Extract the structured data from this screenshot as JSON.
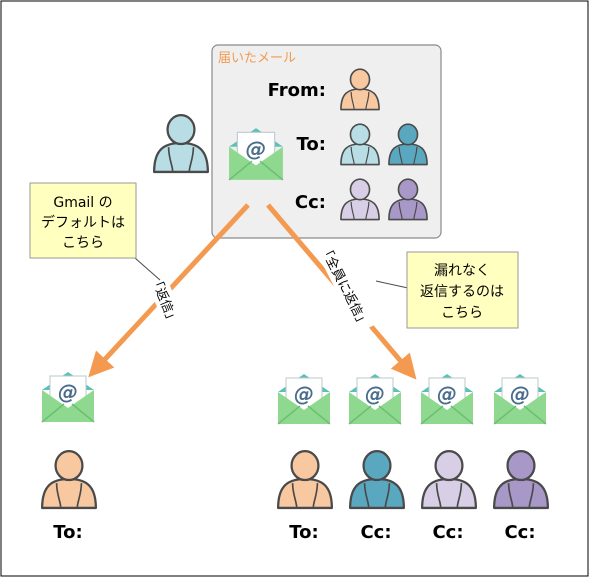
{
  "mailbox": {
    "title": "届いたメール",
    "from_label": "From:",
    "to_label": "To:",
    "cc_label": "Cc:"
  },
  "callouts": {
    "gmail_default": [
      "Gmail の",
      "デフォルトは",
      "こちら"
    ],
    "no_omission": [
      "漏れなく",
      "返信するのは",
      "こちら"
    ]
  },
  "arrows": {
    "reply": "「返信」",
    "reply_all": "「全員に返信」"
  },
  "recipients": {
    "reply_labels": [
      "To:"
    ],
    "reply_all_labels": [
      "To:",
      "Cc:",
      "Cc:",
      "Cc:"
    ]
  },
  "colors": {
    "orange_person": "#f8c8a0",
    "teal_person": "#5aa8c0",
    "light_teal_person": "#b8dde4",
    "lavender_person": "#d8cfe6",
    "purple_person": "#a898c8",
    "envelope_green": "#8ed890",
    "arrow_orange": "#f39a50",
    "callout_yellow": "#ffffc0"
  }
}
